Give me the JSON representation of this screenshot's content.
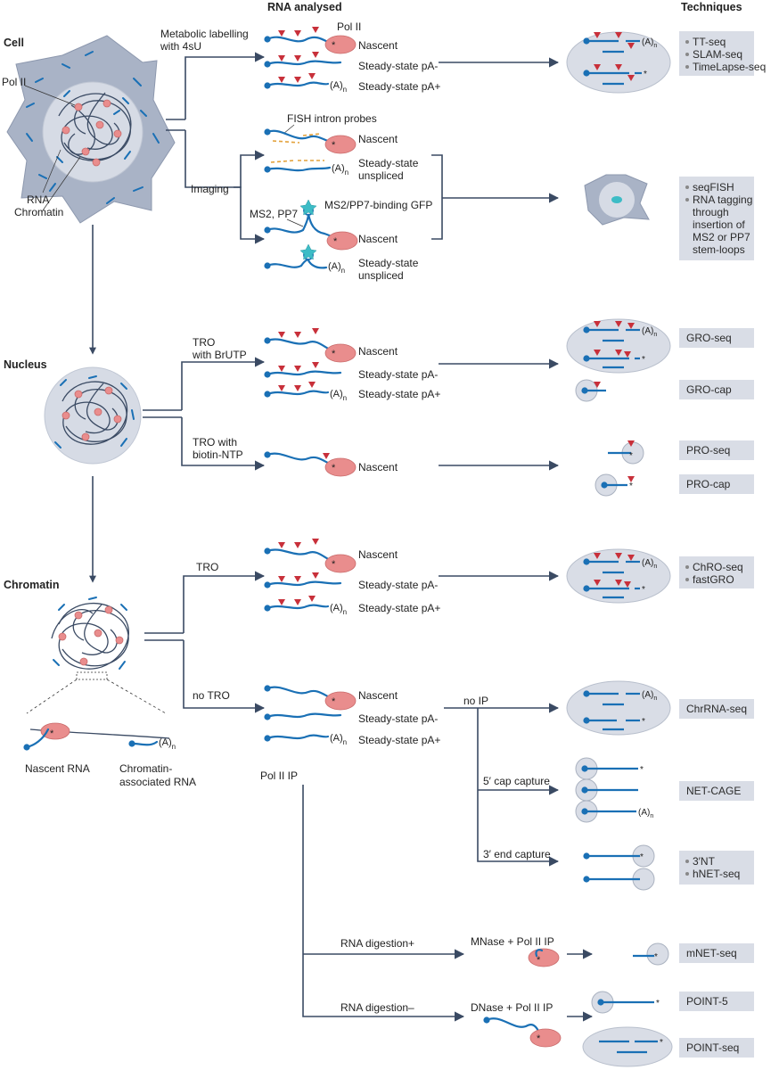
{
  "headers": {
    "rna_analysed": "RNA analysed",
    "techniques": "Techniques"
  },
  "compartments": {
    "cell": "Cell",
    "nucleus": "Nucleus",
    "chromatin": "Chromatin"
  },
  "cell_labels": {
    "pol2": "Pol II",
    "rna": "RNA",
    "chromatin": "Chromatin"
  },
  "chromatin_labels": {
    "nascent_rna": "Nascent RNA",
    "chrom_assoc_1": "Chromatin-",
    "chrom_assoc_2": "associated RNA",
    "polya": "(A)",
    "n": "n"
  },
  "branches": {
    "metabolic_1": "Metabolic labelling",
    "metabolic_2": "with 4sU",
    "imaging": "Imaging",
    "tro_brutp_1": "TRO",
    "tro_brutp_2": "with BrUTP",
    "tro_biotin_1": "TRO with",
    "tro_biotin_2": "biotin-NTP",
    "tro": "TRO",
    "no_tro": "no TRO",
    "pol2_ip": "Pol II IP",
    "no_ip": "no IP",
    "cap5": "5′ cap capture",
    "end3": "3′ end capture",
    "digest_plus": "RNA digestion+",
    "digest_minus": "RNA digestion–",
    "mnase": "MNase + Pol II IP",
    "dnase": "DNase + Pol II IP"
  },
  "rna_states": {
    "nascent": "Nascent",
    "ss_pa_minus": "Steady-state pA-",
    "ss_pa_plus": "Steady-state pA+",
    "ss_unspliced_1": "Steady-state",
    "ss_unspliced_2": "unspliced",
    "pol2": "Pol II",
    "fish_probes": "FISH intron probes",
    "ms2_pp7": "MS2, PP7",
    "binding_gfp": "MS2/PP7-binding GFP",
    "polya": "(A)",
    "n": "n",
    "star": "*"
  },
  "techniques": {
    "metabolic": [
      "TT-seq",
      "SLAM-seq",
      "TimeLapse-seq"
    ],
    "imaging": [
      "seqFISH",
      "RNA tagging",
      "through",
      "insertion of",
      "MS2 or PP7",
      "stem-loops"
    ],
    "gro_seq": "GRO-seq",
    "gro_cap": "GRO-cap",
    "pro_seq": "PRO-seq",
    "pro_cap": "PRO-cap",
    "chromatin_tro": [
      "ChRO-seq",
      "fastGRO"
    ],
    "chrrna_seq": "ChrRNA-seq",
    "net_cage": "NET-CAGE",
    "end3": [
      "3′NT",
      "hNET-seq"
    ],
    "mnet_seq": "mNET-seq",
    "point5": "POINT-5",
    "point_seq": "POINT-seq"
  },
  "colors": {
    "rna": "#1a70b5",
    "label_triangle": "#c8303a",
    "pol2": "#e98d8d",
    "chromatin": "#3a4a63",
    "tech_box": "#d9dde6",
    "cell": "#a9b3c6",
    "nucleus": "#d6dbe5",
    "gfp": "#3dbcc6"
  }
}
